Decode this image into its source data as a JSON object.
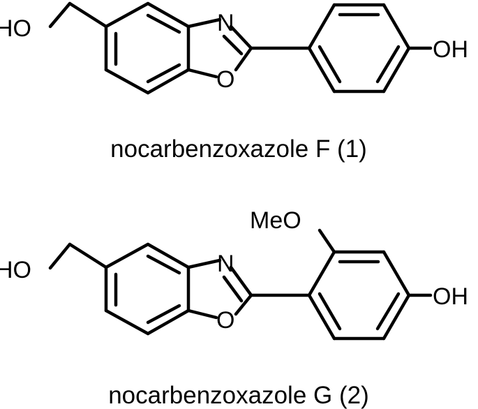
{
  "compounds": [
    {
      "name": "nocarbenzoxazole F (1)",
      "atom_labels": {
        "hydroxymethyl": "HO",
        "nitrogen": "N",
        "ring_oxygen": "O",
        "phenol": "OH"
      }
    },
    {
      "name": "nocarbenzoxazole G (2)",
      "atom_labels": {
        "hydroxymethyl": "HO",
        "nitrogen": "N",
        "ring_oxygen": "O",
        "phenol": "OH",
        "methoxy": "MeO"
      }
    }
  ]
}
